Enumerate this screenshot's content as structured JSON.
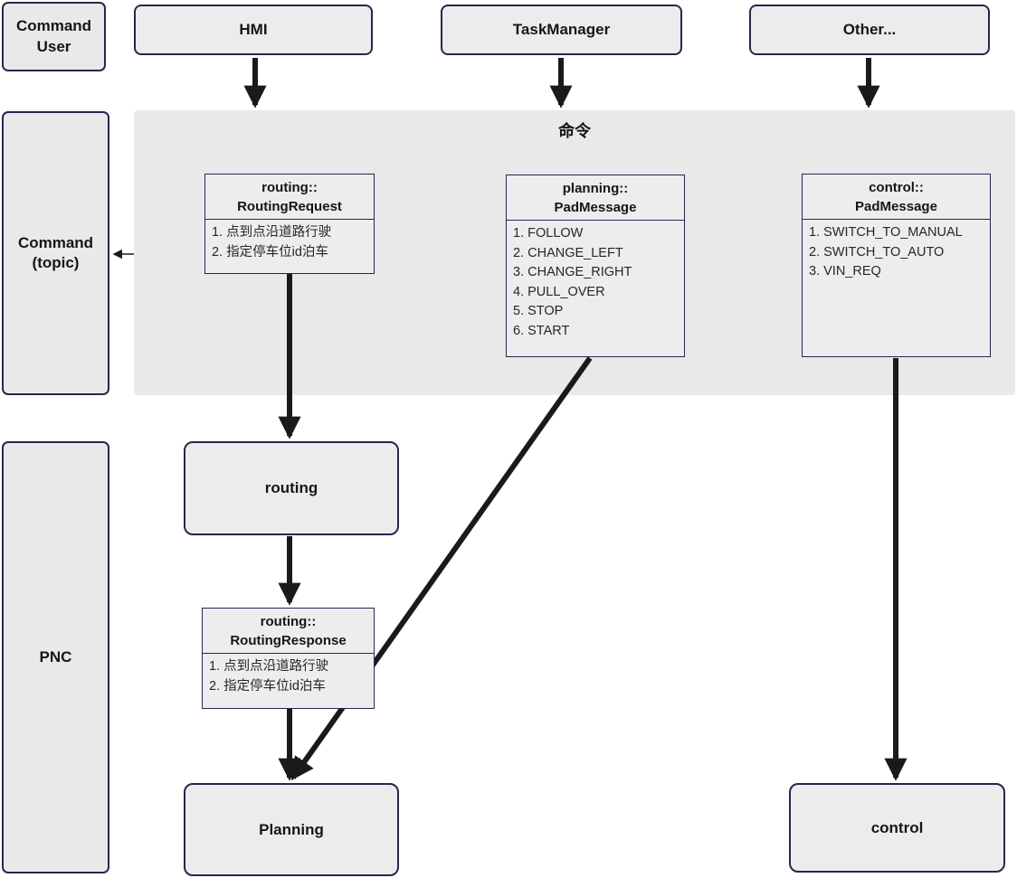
{
  "diagram": {
    "band_title": "命令",
    "actors": {
      "command_user": "Command User",
      "hmi": "HMI",
      "task_manager": "TaskManager",
      "other": "Other..."
    },
    "lanes": {
      "command_topic": "Command (topic)",
      "pnc": "PNC"
    },
    "messages": {
      "routing_request": {
        "title1": "routing::",
        "title2": "RoutingRequest",
        "items": [
          "1. 点到点沿道路行驶",
          "2. 指定停车位id泊车"
        ]
      },
      "planning_pad": {
        "title1": "planning::",
        "title2": "PadMessage",
        "items": [
          "1. FOLLOW",
          "2. CHANGE_LEFT",
          "3. CHANGE_RIGHT",
          "4. PULL_OVER",
          "5. STOP",
          "6. START"
        ]
      },
      "control_pad": {
        "title1": "control::",
        "title2": "PadMessage",
        "items": [
          "1. SWITCH_TO_MANUAL",
          "2. SWITCH_TO_AUTO",
          "3. VIN_REQ"
        ]
      },
      "routing_response": {
        "title1": "routing::",
        "title2": "RoutingResponse",
        "items": [
          "1. 点到点沿道路行驶",
          "2. 指定停车位id泊车"
        ]
      }
    },
    "modules": {
      "routing": "routing",
      "planning": "Planning",
      "control": "control"
    },
    "colors": {
      "border": "#26264d",
      "box_fill": "#ececec",
      "band_fill": "#e9e9e9",
      "arrow": "#1a1a1a"
    }
  }
}
